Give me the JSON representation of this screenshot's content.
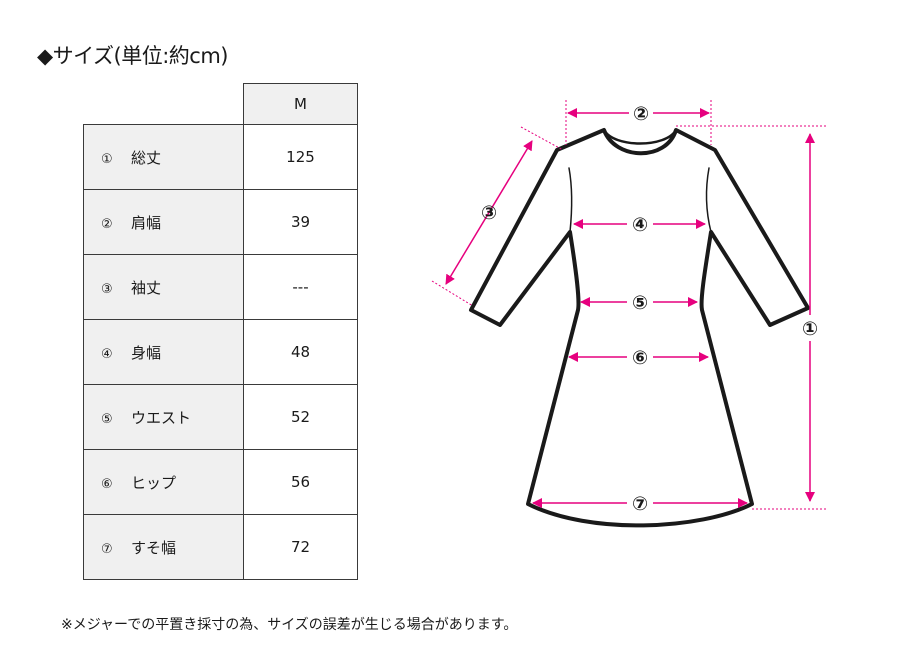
{
  "title": "◆サイズ(単位:約cm)",
  "table": {
    "size_header": "M",
    "rows": [
      {
        "num": "①",
        "label": "総丈",
        "value": "125"
      },
      {
        "num": "②",
        "label": "肩幅",
        "value": "39"
      },
      {
        "num": "③",
        "label": "袖丈",
        "value": "---"
      },
      {
        "num": "④",
        "label": "身幅",
        "value": "48"
      },
      {
        "num": "⑤",
        "label": "ウエスト",
        "value": "52"
      },
      {
        "num": "⑥",
        "label": "ヒップ",
        "value": "56"
      },
      {
        "num": "⑦",
        "label": "すそ幅",
        "value": "72"
      }
    ]
  },
  "diagram": {
    "markers": [
      "①",
      "②",
      "③",
      "④",
      "⑤",
      "⑥",
      "⑦"
    ],
    "outline_color": "#1a1a1a",
    "measure_color": "#e6007e"
  },
  "note": "※メジャーでの平置き採寸の為、サイズの誤差が生じる場合があります。"
}
